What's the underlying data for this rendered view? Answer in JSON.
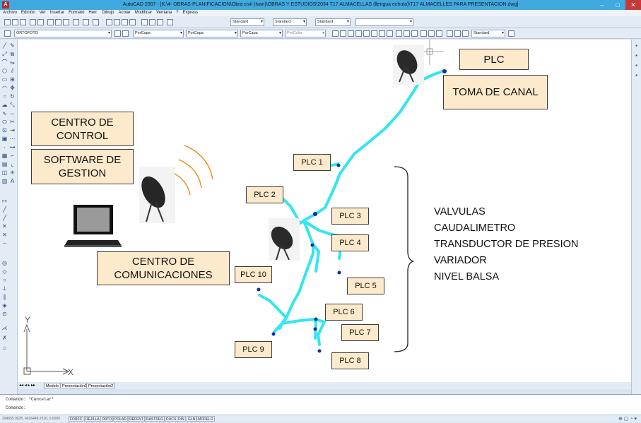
{
  "window": {
    "title": "AutoCAD 2007 - [K:\\4- OBRAS-PLANIFICACION\\Obra civil (Ivan)\\OBRAS Y ESTUDIOS\\2034 T17 ALMACELLAS (llengua echuta)\\T17 ALMACELLES PARA PRESENTACION.dwg]",
    "app_icon": "A",
    "minimize": "–",
    "maximize": "□",
    "close": "✕"
  },
  "menu": [
    "Archivo",
    "Edición",
    "Ver",
    "Insertar",
    "Formato",
    "Herr.",
    "Dibujo",
    "Acotar",
    "Modificar",
    "Ventana",
    "?",
    "Express"
  ],
  "toolbars": {
    "style1": "Standard",
    "style2": "Standard",
    "style3": "Standard",
    "layer": "ORTOFOTO",
    "color": "PorCapa",
    "linetype": "PorCapa",
    "lineweight": "PorCapa",
    "plotstyle": "PorColor",
    "style4": "Standard"
  },
  "drawing": {
    "plc_top": "PLC",
    "toma_canal": "TOMA DE CANAL",
    "centro_control": "CENTRO DE CONTROL",
    "software": "SOFTWARE DE GESTION",
    "centro_comunicaciones": "CENTRO DE COMUNICACIONES",
    "plc_labels": [
      "PLC 1",
      "PLC 2",
      "PLC 3",
      "PLC 4",
      "PLC 5",
      "PLC 6",
      "PLC 7",
      "PLC 8",
      "PLC 9",
      "PLC 10"
    ],
    "list": [
      "VALVULAS",
      "CAUDALIMETRO",
      "TRANSDUCTOR DE PRESION",
      "VARIADOR",
      "NIVEL BALSA"
    ],
    "axis_x": "X",
    "axis_y": "Y"
  },
  "tabs": [
    "Modelo",
    "Presentación1",
    "Presentación2"
  ],
  "command": {
    "line1": "Comando: *Cancelar*",
    "line2": "Comando:"
  },
  "status": {
    "coords": "294655.0625, 4616448.2516, 0.0000",
    "toggles": [
      "FORZC",
      "REJILLA",
      "ORTO",
      "POLAR",
      "REFENT",
      "RASTREO",
      "DUCS",
      "DIN",
      "GLN",
      "MODELO"
    ]
  },
  "colors": {
    "pipe": "#33e6f0",
    "box_fill": "#fde9cb",
    "titlebar": "#3fa9e0"
  }
}
